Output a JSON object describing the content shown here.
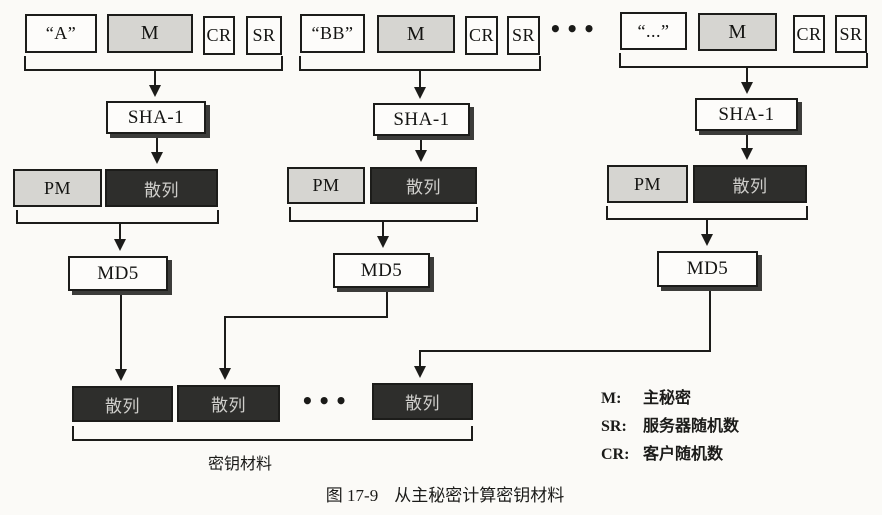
{
  "figure": {
    "columns": [
      {
        "input": "“A”",
        "m": "M",
        "cr": "CR",
        "sr": "SR",
        "hash_fn": "SHA-1",
        "pm": "PM",
        "hash": "散列",
        "digest_fn": "MD5"
      },
      {
        "input": "“BB”",
        "m": "M",
        "cr": "CR",
        "sr": "SR",
        "hash_fn": "SHA-1",
        "pm": "PM",
        "hash": "散列",
        "digest_fn": "MD5"
      },
      {
        "input": "“...”",
        "m": "M",
        "cr": "CR",
        "sr": "SR",
        "hash_fn": "SHA-1",
        "pm": "PM",
        "hash": "散列",
        "digest_fn": "MD5"
      }
    ],
    "ellipsis_top": "•••",
    "output": {
      "hashes": [
        "散列",
        "散列",
        "散列"
      ],
      "ellipsis": "•••",
      "bracket_label": "密钥材料"
    },
    "legend": {
      "items": [
        {
          "abbr": "M:",
          "meaning": "主秘密"
        },
        {
          "abbr": "SR:",
          "meaning": "服务器随机数"
        },
        {
          "abbr": "CR:",
          "meaning": "客户随机数"
        }
      ]
    },
    "caption": {
      "number": "图 17-9",
      "text": "从主秘密计算密钥材料"
    },
    "colors": {
      "page_background": "#fbfaf7",
      "line": "#1c1c1a",
      "box_gray_fill": "#d6d5d1",
      "box_dark_fill": "#2e2e2c",
      "box_dark_text": "#cfcecb",
      "shadow": "#3c3c3a"
    }
  }
}
